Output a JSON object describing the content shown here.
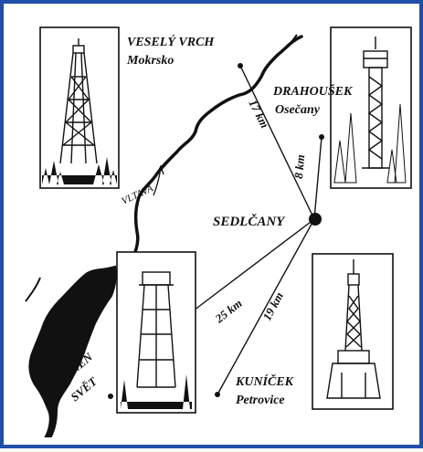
{
  "map": {
    "frame_color": "#1f4fa8",
    "center": {
      "name": "SEDLČANY"
    },
    "river": {
      "name": "VLTAVA"
    },
    "towers": [
      {
        "id": "vesely-vrch",
        "name": "VESELÝ VRCH",
        "place": "Mokrsko",
        "distance": "17 km"
      },
      {
        "id": "drahousek",
        "name": "DRAHOUŠEK",
        "place": "Osečany",
        "distance": "8 km"
      },
      {
        "id": "onen-svet",
        "name": "ONEN",
        "name2": "SVĚT",
        "distance": "25 km"
      },
      {
        "id": "kunicek",
        "name": "KUNÍČEK",
        "place": "Petrovice",
        "distance": "19 km"
      }
    ]
  }
}
